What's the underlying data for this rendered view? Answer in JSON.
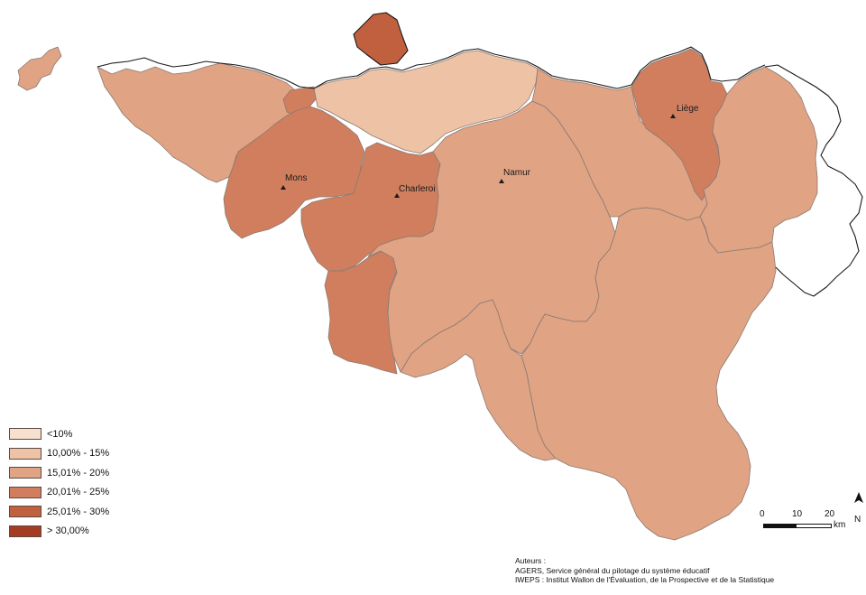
{
  "colors": {
    "class_1": "#f7e0cd",
    "class_2": "#eec3a5",
    "class_3": "#e0a383",
    "class_4": "#d07e5e",
    "class_5": "#c0603f",
    "class_6": "#a33c22",
    "background": "#ffffff"
  },
  "legend": {
    "items": [
      {
        "label": "<10%",
        "color": "#f7e0cd"
      },
      {
        "label": "10,00% - 15%",
        "color": "#eec3a5"
      },
      {
        "label": "15,01% - 20%",
        "color": "#e0a383"
      },
      {
        "label": "20,01% - 25%",
        "color": "#d07e5e"
      },
      {
        "label": "25,01% - 30%",
        "color": "#c0603f"
      },
      {
        "label": "> 30,00%",
        "color": "#a33c22"
      }
    ]
  },
  "cities": [
    {
      "name": "Mons"
    },
    {
      "name": "Charleroi"
    },
    {
      "name": "Namur"
    },
    {
      "name": "Liège"
    }
  ],
  "scale": {
    "ticks": [
      "0",
      "10",
      "20"
    ],
    "unit": "km"
  },
  "north_label": "N",
  "credits": {
    "heading": "Auteurs :",
    "line1": "AGERS, Service général du pilotage du système éducatif",
    "line2": "IWEPS : Institut Wallon de l'Évaluation, de la Prospective et de la Statistique"
  }
}
